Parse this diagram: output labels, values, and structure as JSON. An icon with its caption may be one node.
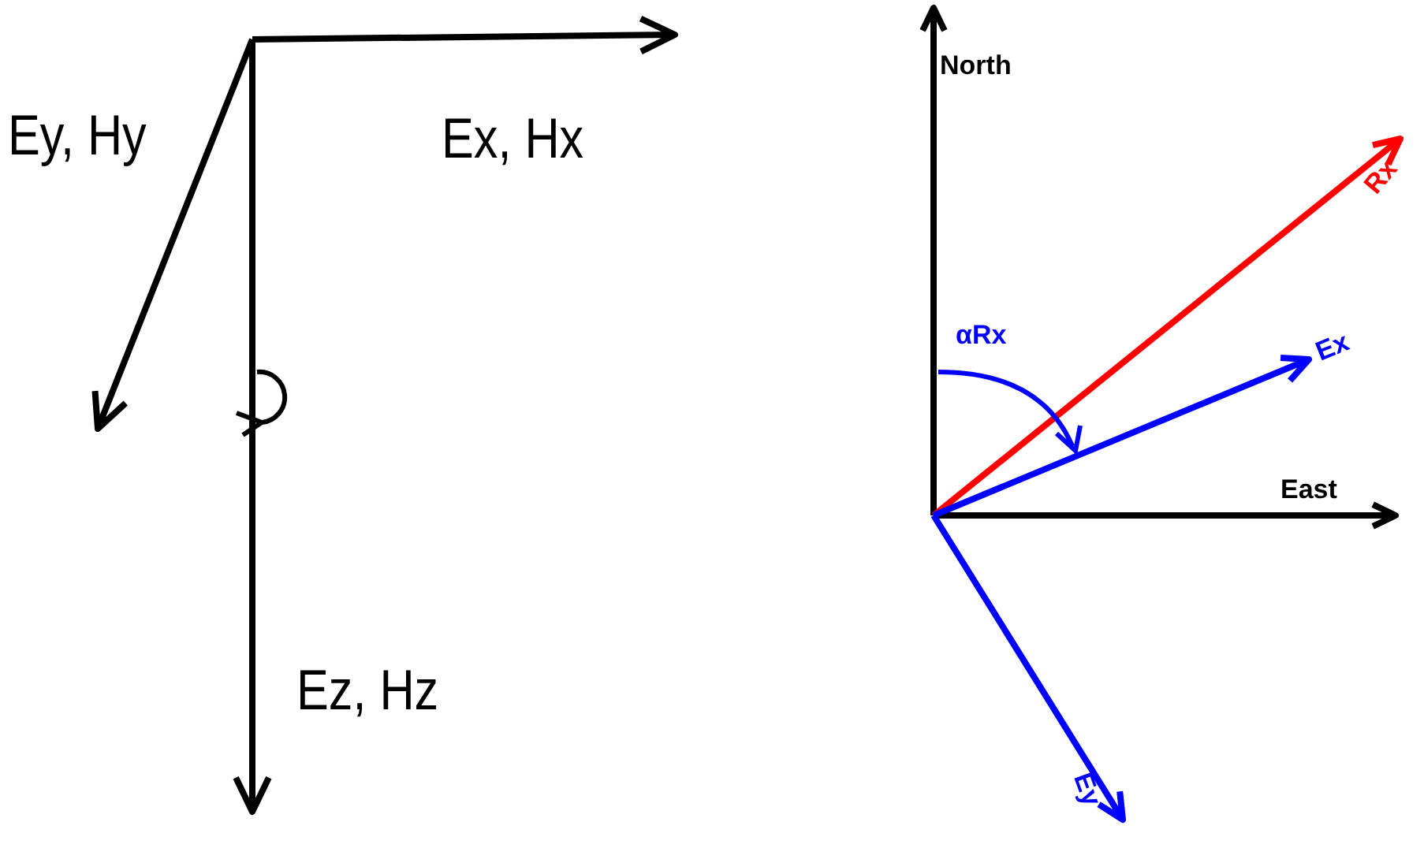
{
  "diagram": {
    "labels": [
      "Ey, Hy",
      "Ex, Hx",
      "Ez, Hz",
      "North",
      "αRx",
      "Rx",
      "Ex",
      "East",
      "Ey"
    ]
  }
}
